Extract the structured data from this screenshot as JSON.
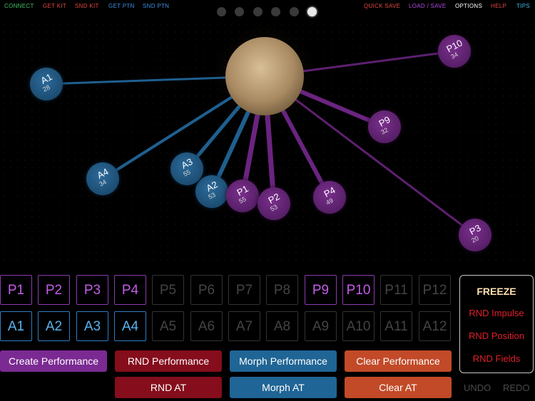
{
  "colors": {
    "connect": "#3ec06a",
    "get_kit": "#e0483e",
    "snd_kit": "#e0483e",
    "get_ptn": "#3c8ee0",
    "snd_ptn": "#3c8ee0",
    "quick_save": "#e0483e",
    "load_save": "#b04de0",
    "options": "#ffffff",
    "help": "#e0483e",
    "tips": "#3ab6e6"
  },
  "topbar": {
    "connect": "CONNECT",
    "get_kit": "GET KIT",
    "snd_kit": "SND KIT",
    "get_ptn": "GET PTN",
    "snd_ptn": "SND PTN",
    "quick_save": "QUICK SAVE",
    "load_save": "LOAD / SAVE",
    "options": "OPTIONS",
    "help": "HELP",
    "tips": "TIPS"
  },
  "page_dots": {
    "count": 6,
    "active": 6
  },
  "nodes": [
    {
      "label": "A1",
      "value": "28"
    },
    {
      "label": "A2",
      "value": "53"
    },
    {
      "label": "A3",
      "value": "55"
    },
    {
      "label": "A4",
      "value": "34"
    },
    {
      "label": "P1",
      "value": "55"
    },
    {
      "label": "P2",
      "value": "53"
    },
    {
      "label": "P3",
      "value": "20"
    },
    {
      "label": "P4",
      "value": "49"
    },
    {
      "label": "P9",
      "value": "32"
    },
    {
      "label": "P10",
      "value": "34"
    }
  ],
  "p_slots": [
    "P1",
    "P2",
    "P3",
    "P4",
    "P5",
    "P6",
    "P7",
    "P8",
    "P9",
    "P10",
    "P11",
    "P12"
  ],
  "a_slots": [
    "A1",
    "A2",
    "A3",
    "A4",
    "A5",
    "A6",
    "A7",
    "A8",
    "A9",
    "A10",
    "A11",
    "A12"
  ],
  "buttons": {
    "create_performance": "Create Performance",
    "rnd_performance": "RND Performance",
    "morph_performance": "Morph Performance",
    "clear_performance": "Clear Performance",
    "rnd_at": "RND AT",
    "morph_at": "Morph AT",
    "clear_at": "Clear AT"
  },
  "panel": {
    "freeze": "FREEZE",
    "rnd_impulse": "RND Impulse",
    "rnd_position": "RND Position",
    "rnd_fields": "RND Fields"
  },
  "history": {
    "undo": "UNDO",
    "redo": "REDO"
  }
}
